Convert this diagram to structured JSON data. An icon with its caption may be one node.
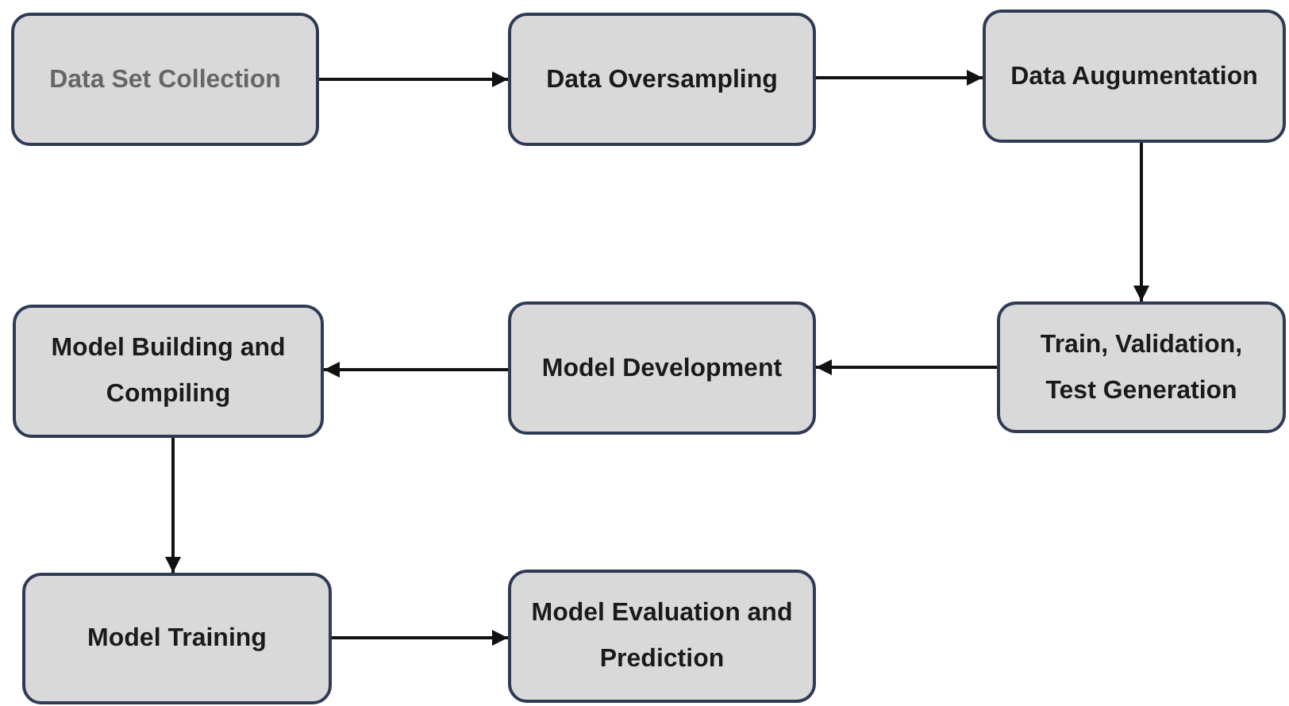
{
  "diagram": {
    "nodes": [
      {
        "text": [
          "Data Set Collection"
        ]
      },
      {
        "text": [
          "Data Oversampling"
        ]
      },
      {
        "text": [
          "Data Augumentation"
        ]
      },
      {
        "text": [
          "Train, Validation, Test Generation"
        ]
      },
      {
        "text": [
          "Model Development"
        ]
      },
      {
        "text": [
          "Model Building and Compiling"
        ]
      },
      {
        "text": [
          "Model Training"
        ]
      },
      {
        "text": [
          "Model Evaluation and Prediction"
        ]
      }
    ],
    "edges": [
      {
        "from": 0,
        "to": 1,
        "arrow": "to"
      },
      {
        "from": 1,
        "to": 2,
        "arrow": "to"
      },
      {
        "from": 2,
        "to": 3,
        "arrow": "to"
      },
      {
        "from": 3,
        "to": 4,
        "arrow": "to"
      },
      {
        "from": 4,
        "to": 5,
        "arrow": "to"
      },
      {
        "from": 5,
        "to": 6,
        "arrow": "to"
      },
      {
        "from": 6,
        "to": 7,
        "arrow": "to"
      }
    ]
  }
}
